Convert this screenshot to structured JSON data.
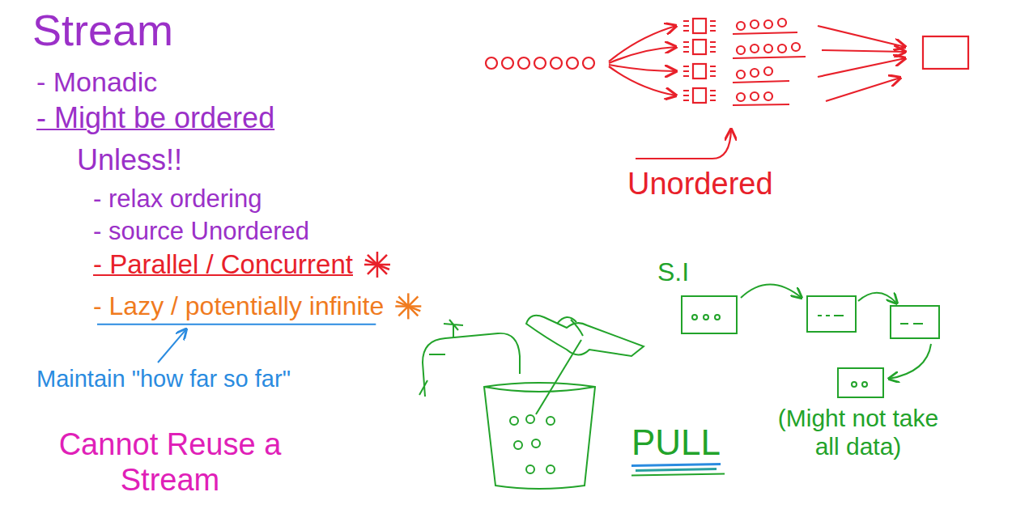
{
  "diagram": {
    "title": "Stream",
    "labels": [
      "- Monadic",
      "- Might be ordered",
      "Unless!!",
      "- relax ordering",
      "- source Unordered",
      "- Parallel / Concurrent",
      "- Lazy / potentially infinite",
      "Maintain \"how far so far\"",
      "Cannot Reuse a Stream",
      "Unordered",
      "S.I",
      "PULL",
      "(Might not take all data)"
    ]
  }
}
